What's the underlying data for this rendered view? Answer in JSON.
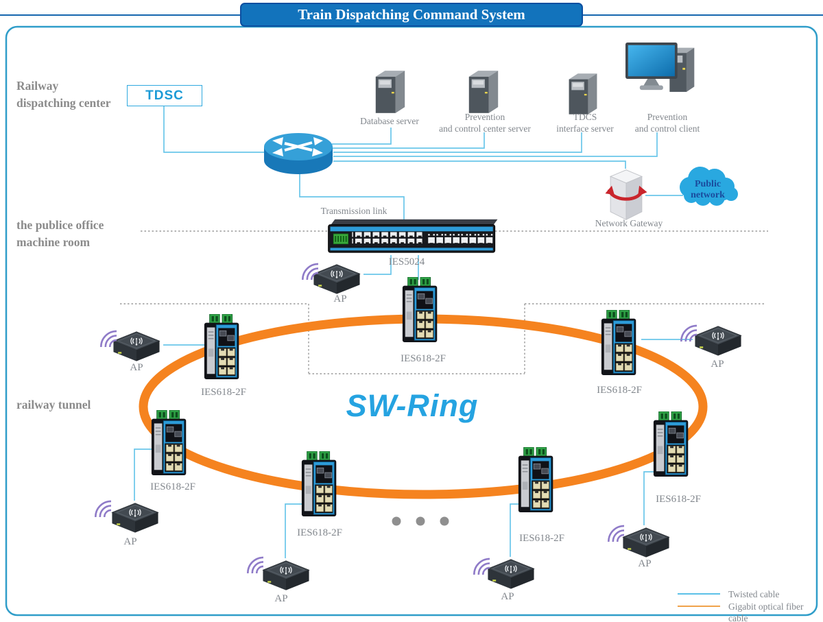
{
  "title": "Train Dispatching Command System",
  "zones": {
    "dispatching_center": "Railway\ndispatching center",
    "machine_room": "the publice office\nmachine room",
    "railway_tunnel": "railway tunnel"
  },
  "devices": {
    "tdsc": "TDSC",
    "database_server": "Database server",
    "prevention_center_server": "Prevention\nand control center server",
    "tdcs_interface_server": "TDCS\ninterface server",
    "prevention_client": "Prevention\nand control client",
    "transmission_link": "Transmission link",
    "core_switch": "IES5024",
    "network_gateway": "Network Gateway",
    "public_network": "Public\nnetwork",
    "ring_title": "SW-Ring",
    "ring_switch": "IES618-2F",
    "access_point": "AP"
  },
  "legend": {
    "twisted": {
      "label": "Twisted cable",
      "color": "#5bc0e8"
    },
    "fiber": {
      "label": "Gigabit optical fiber cable",
      "color": "#f0a24a"
    }
  },
  "colors": {
    "banner": "#1273bc",
    "ring": "#f5831f",
    "cable_twisted": "#69c6ea",
    "accent_blue": "#25a3e1"
  }
}
